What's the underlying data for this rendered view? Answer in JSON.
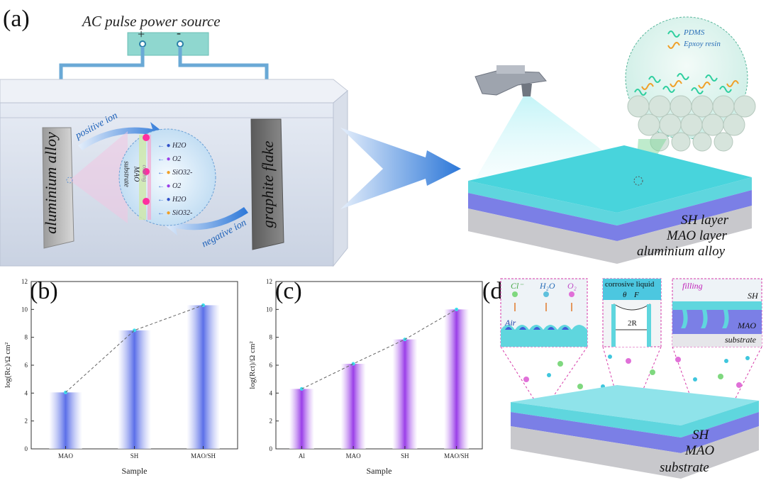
{
  "panel_a": {
    "label": "(a)",
    "power_source": "AC pulse power source",
    "plus": "+",
    "minus": "-",
    "anode": "aluminium alloy",
    "cathode": "graphite flake",
    "positive_ion": "positive ion",
    "negative_ion": "negative ion",
    "zoom_substrate": "substrate",
    "zoom_mao": "MAO",
    "zoom_coating": "coating",
    "species": [
      "H2O",
      "O2",
      "SiO32-",
      "O2",
      "H2O",
      "SiO32-"
    ],
    "legend_pdms": "PDMS",
    "legend_epoxy": "Epxoy resin",
    "layer_sh": "SH layer",
    "layer_mao": "MAO layer",
    "layer_al": "aluminium alloy"
  },
  "panel_d": {
    "label": "(d)",
    "inset1_cl": "Cl⁻",
    "inset1_h2o": "H₂O",
    "inset1_o2": "O₂",
    "inset1_air": "Air",
    "inset2_title": "corrosive liquid",
    "inset2_theta": "θ",
    "inset2_f": "F",
    "inset2_2r": "2R",
    "inset3_filling": "filling",
    "inset3_sh": "SH",
    "inset3_mao": "MAO",
    "inset3_substrate": "substrate",
    "layer_sh": "SH",
    "layer_mao": "MAO",
    "layer_sub": "substrate"
  },
  "colors": {
    "bar_b": "#5b6fe8",
    "bar_c": "#9a3fe8",
    "sh_layer": "#5fd6de",
    "mao_layer": "#7b7fe6",
    "substrate": "#c8c8cc"
  },
  "chart_data": [
    {
      "type": "bar",
      "label": "(b)",
      "categories": [
        "MAO",
        "SH",
        "MAO/SH"
      ],
      "values": [
        4.05,
        8.5,
        10.3
      ],
      "xlabel": "Sample",
      "ylabel": "log(Rc)/Ω cm²",
      "ylim": [
        0,
        12
      ],
      "yticks": [
        0,
        2,
        4,
        6,
        8,
        10,
        12
      ]
    },
    {
      "type": "bar",
      "label": "(c)",
      "categories": [
        "Al",
        "MAO",
        "SH",
        "MAO/SH"
      ],
      "values": [
        4.3,
        6.1,
        7.85,
        10.0
      ],
      "xlabel": "Sample",
      "ylabel": "log(Rct)/Ω cm²",
      "ylim": [
        0,
        12
      ],
      "yticks": [
        0,
        2,
        4,
        6,
        8,
        10,
        12
      ]
    }
  ]
}
